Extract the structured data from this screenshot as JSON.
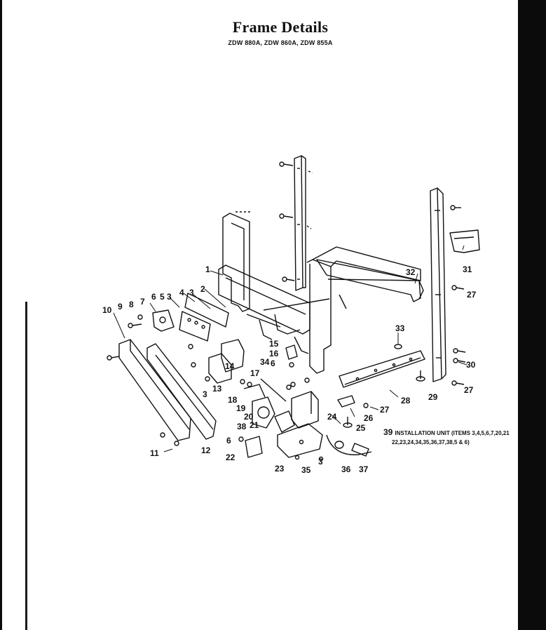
{
  "page": {
    "title": "Frame Details",
    "models": "ZDW 880A, ZDW 860A, ZDW 855A"
  },
  "callouts": {
    "c1": "1",
    "c2": "2",
    "c3a": "3",
    "c3b": "3",
    "c3c": "3",
    "c3d": "3",
    "c4": "4",
    "c5": "5",
    "c6a": "6",
    "c6b": "6",
    "c6c": "6",
    "c7": "7",
    "c8": "8",
    "c9": "9",
    "c10": "10",
    "c11": "11",
    "c12": "12",
    "c13": "13",
    "c14": "14",
    "c15": "15",
    "c16": "16",
    "c17": "17",
    "c18": "18",
    "c19": "19",
    "c20": "20",
    "c21": "21",
    "c22": "22",
    "c23": "23",
    "c24": "24",
    "c25": "25",
    "c26": "26",
    "c27a": "27",
    "c27b": "27",
    "c27c": "27",
    "c28": "28",
    "c29": "29",
    "c30": "30",
    "c31": "31",
    "c32": "32",
    "c33": "33",
    "c34": "34",
    "c35": "35",
    "c36": "36",
    "c37": "37",
    "c38": "38"
  },
  "installation_note": {
    "number": "39",
    "line1": "INSTALLATION UNIT (ITEMS 3,4,5,6,7,20,21",
    "line2": "22,23,24,34,35,36,37,38,5 & 6)"
  }
}
